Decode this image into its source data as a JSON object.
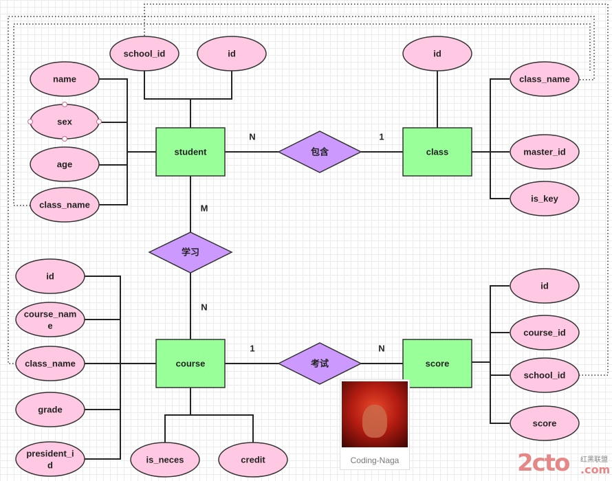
{
  "entities": {
    "student": "student",
    "class": "class",
    "course": "course",
    "score": "score"
  },
  "relationships": {
    "contains": "包含",
    "learn": "学习",
    "exam": "考试"
  },
  "cardinalities": {
    "student_contains": "N",
    "class_contains": "1",
    "student_learn": "M",
    "course_learn": "N",
    "course_exam": "1",
    "score_exam": "N"
  },
  "attributes": {
    "student": {
      "school_id": "school_id",
      "id": "id",
      "name": "name",
      "sex": "sex",
      "age": "age",
      "class_name": "class_name"
    },
    "class": {
      "id": "id",
      "class_name": "class_name",
      "master_id": "master_id",
      "is_key": "is_key"
    },
    "course": {
      "id": "id",
      "course_name_l1": "course_nam",
      "course_name_l2": "e",
      "class_name": "class_name",
      "grade": "grade",
      "president_l1": "president_i",
      "president_l2": "d",
      "is_neces": "is_neces",
      "credit": "credit"
    },
    "score": {
      "id": "id",
      "course_id": "course_id",
      "school_id": "school_id",
      "score": "score"
    }
  },
  "avatar": {
    "caption": "Coding-Naga"
  },
  "watermark": {
    "main": "2cto",
    "tld": ".com",
    "sub": "红黑联盟"
  },
  "colors": {
    "attribute_fill": "#ffc9e3",
    "entity_fill": "#99ff99",
    "relationship_fill": "#cc99ff",
    "grid": "#ececec"
  }
}
